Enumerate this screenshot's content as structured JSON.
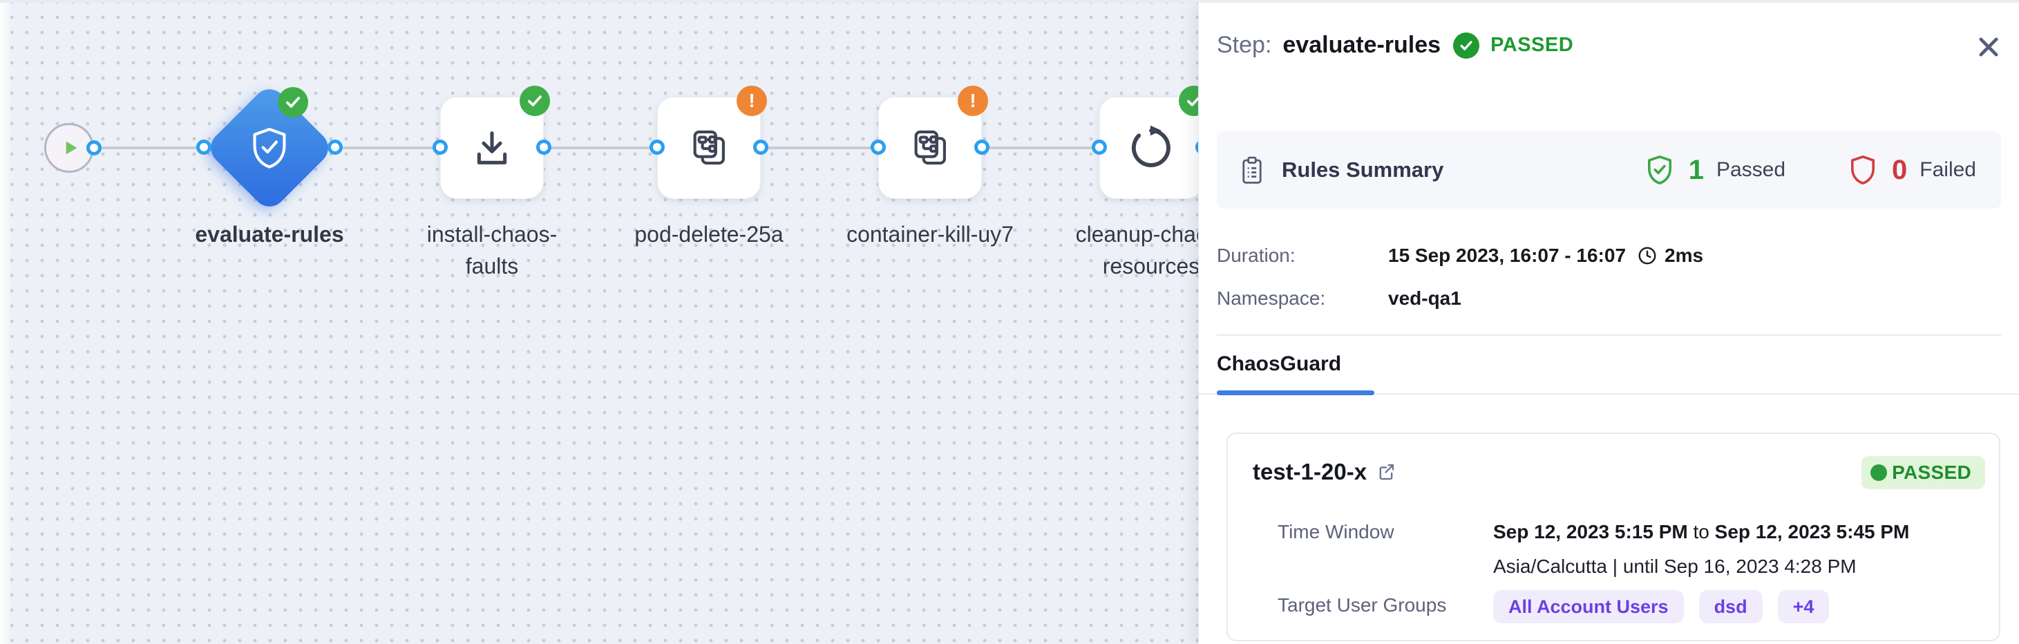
{
  "colors": {
    "canvas-bg": "#edf1f7",
    "canvas-dot": "#c7cdd9",
    "edge": "#c6cbd4",
    "connector-blue": "#2b9ef3",
    "diamond-1": "#4f9ee9",
    "diamond-2": "#2c6adf",
    "node-icon": "#3e4455",
    "node-label": "#333848",
    "badge-green": "#3fae4a",
    "badge-orange": "#ee8634",
    "play-green": "#72c55e",
    "header-muted": "#696d89",
    "header-title": "#15171f",
    "passed-green": "#1e9a30",
    "bar-bg": "#f6f7fa",
    "bar-text": "#32364e",
    "shield-green": "#3aa947",
    "shield-red": "#d23e43",
    "num-green": "#2aa13a",
    "num-red": "#cf3a3f",
    "stat-label": "#3f4357",
    "meta-label": "#5d617c",
    "meta-value": "#17191f",
    "tab-underline": "#3d7de4",
    "divider": "#e8eaf1",
    "card-border": "#e7e9f1",
    "pill-bg": "#e2f5da",
    "pill-text": "#1e8e2d",
    "pill-dot": "#2c9c3f",
    "chip-bg": "#f1ecfc",
    "chip-text": "#6b3fe8",
    "x-color": "#575c77"
  },
  "icons": {
    "start": "play-icon",
    "evaluate": "shield-check-icon",
    "install": "download-icon",
    "fault": "chaos-fault-icon",
    "cleanup": "refresh-icon",
    "passed": "check-circle-icon",
    "warning": "alert-circle-icon",
    "summary": "clipboard-icon",
    "duration": "clock-icon",
    "card_link": "external-link-icon",
    "close": "close-icon"
  },
  "badges": {
    "alert": "!"
  },
  "canvas": {
    "nodes": [
      {
        "label": "evaluate-rules",
        "label2": "",
        "status": "passed"
      },
      {
        "label": "install-chaos-",
        "label2": "faults",
        "status": "passed"
      },
      {
        "label": "pod-delete-25a",
        "label2": "",
        "status": "warning"
      },
      {
        "label": "container-kill-uy7",
        "label2": "",
        "status": "warning"
      },
      {
        "label": "cleanup-chaos-",
        "label2": "resources",
        "status": "passed"
      }
    ]
  },
  "panel": {
    "header": {
      "prefix": "Step:",
      "title": "evaluate-rules",
      "status": "PASSED"
    },
    "rules": {
      "title": "Rules Summary",
      "passed_count": "1",
      "passed_label": "Passed",
      "failed_count": "0",
      "failed_label": "Failed"
    },
    "meta": {
      "duration_label": "Duration:",
      "duration_value": "15 Sep 2023, 16:07 - 16:07",
      "duration_time": "2ms",
      "namespace_label": "Namespace:",
      "namespace_value": "ved-qa1"
    },
    "tab": "ChaosGuard"
  },
  "card": {
    "name": "test-1-20-x",
    "status": "PASSED",
    "time_window": {
      "label": "Time Window",
      "from": "Sep 12, 2023 5:15 PM",
      "to_word": "to",
      "to": "Sep 12, 2023 5:45 PM",
      "timezone": "Asia/Calcutta",
      "separator": "|",
      "until": "until Sep 16, 2023 4:28 PM"
    },
    "groups": {
      "label": "Target User Groups",
      "chips": [
        "All Account Users",
        "dsd",
        "+4"
      ]
    }
  }
}
